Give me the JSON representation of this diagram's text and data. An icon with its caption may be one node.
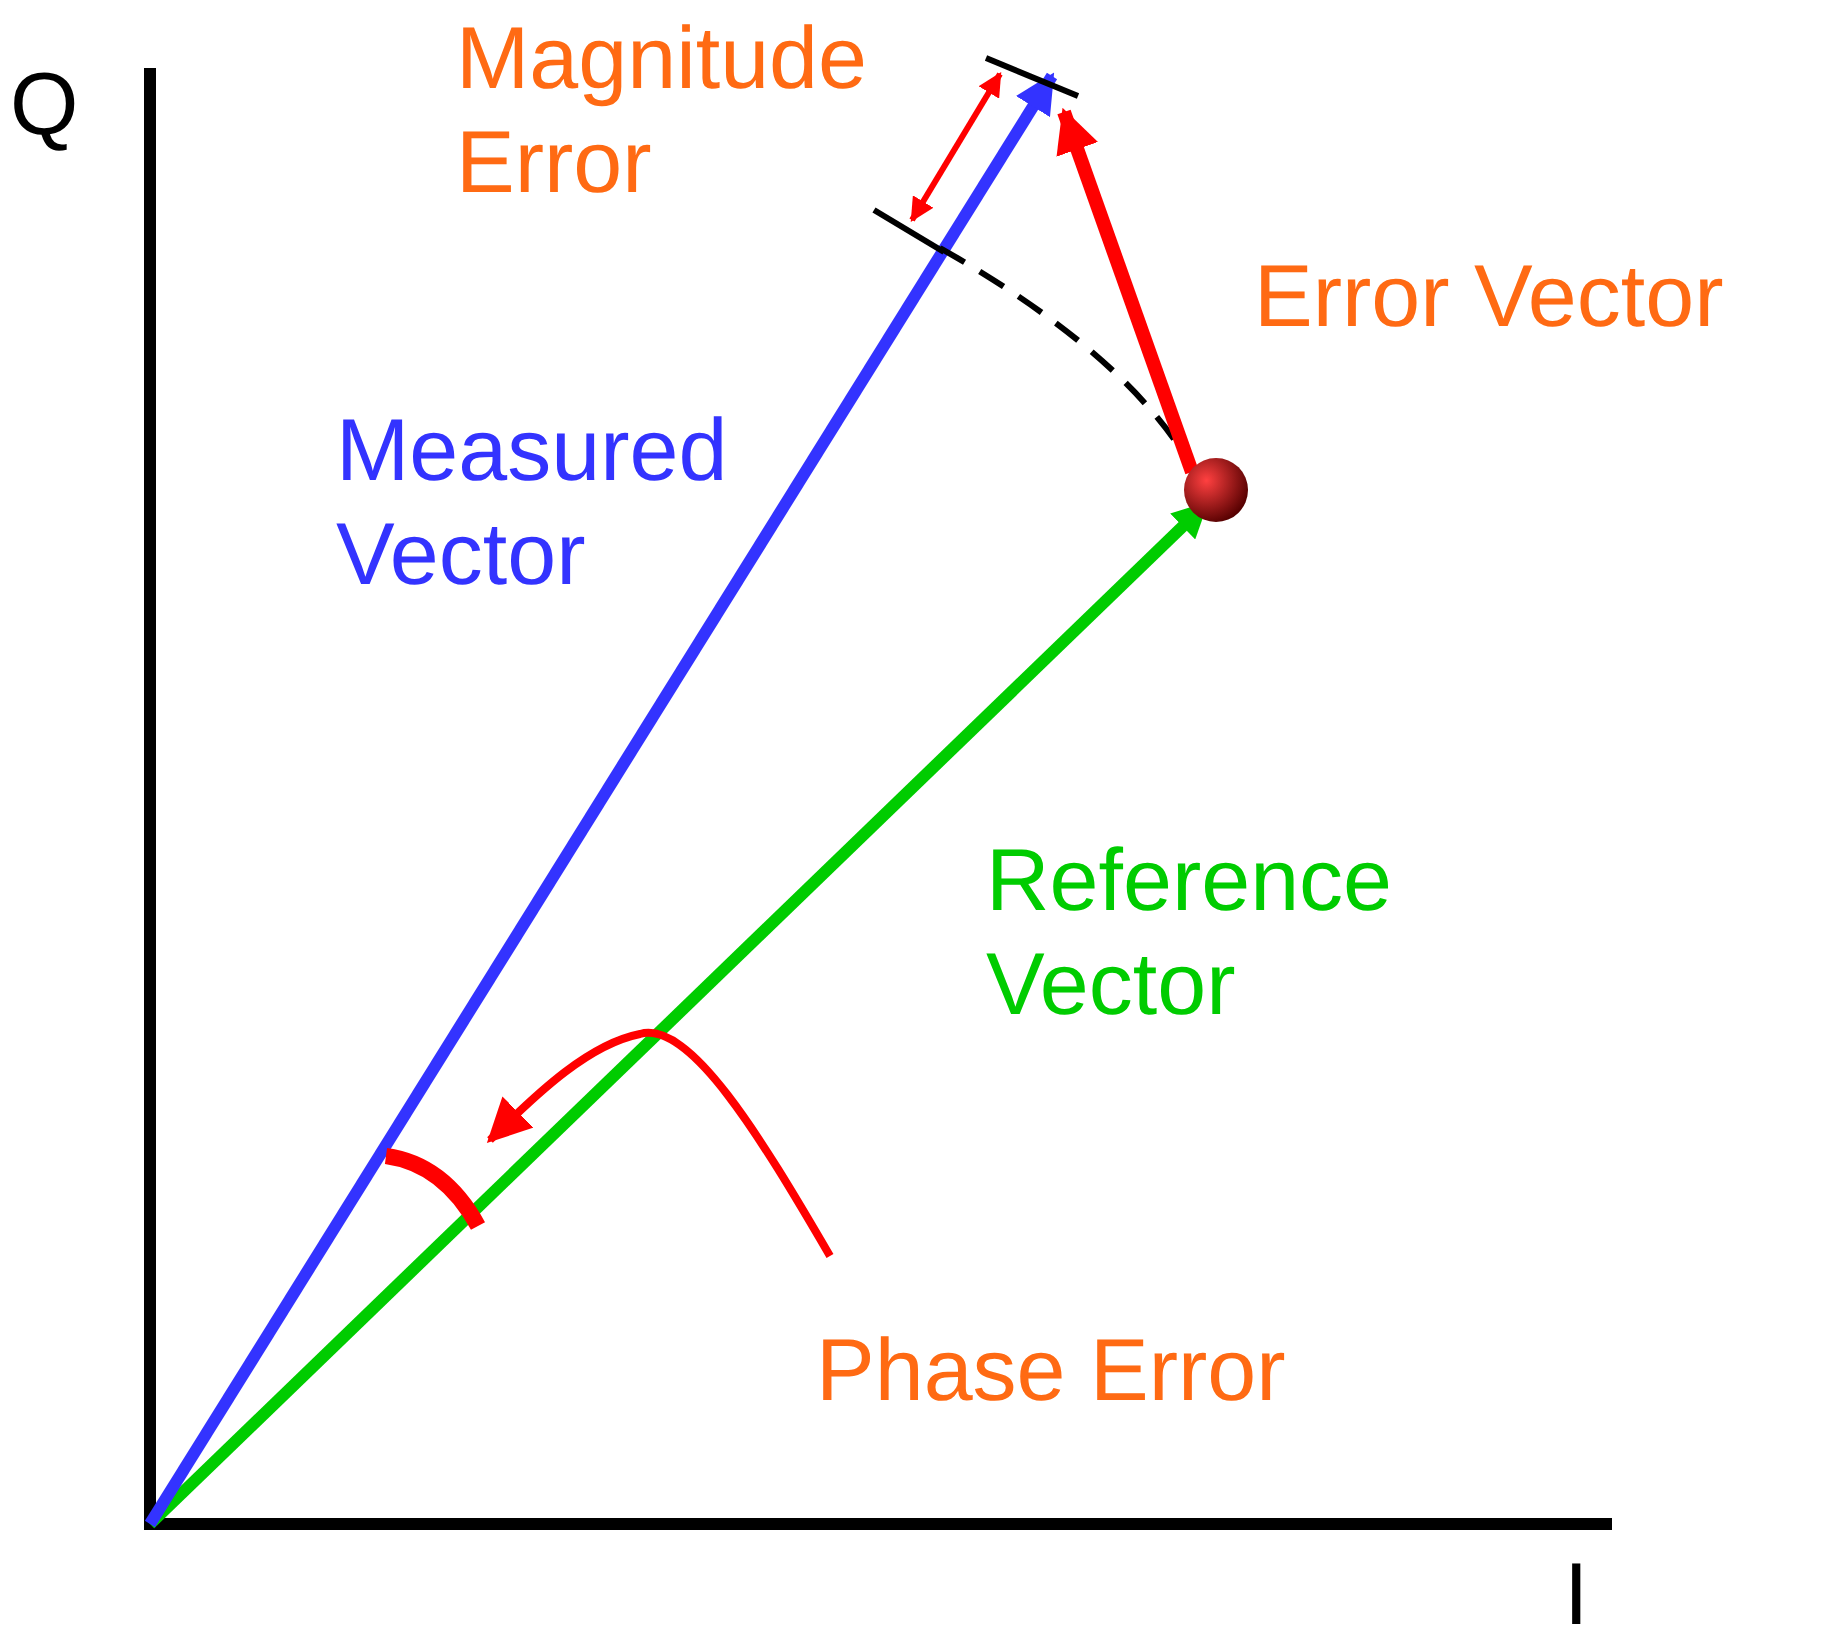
{
  "diagram": {
    "nodes": [
      {
        "text": [
          "Phase Error"
        ]
      },
      {
        "text": [],
        "shape": "arc"
      }
    ],
    "edges": [
      {
        "from": 0,
        "to": 1,
        "arrow": "to"
      }
    ],
    "labels": [
      "Q",
      "Magnitude Error",
      "Error Vector",
      "Measured Vector",
      "Reference Vector",
      "I"
    ]
  }
}
